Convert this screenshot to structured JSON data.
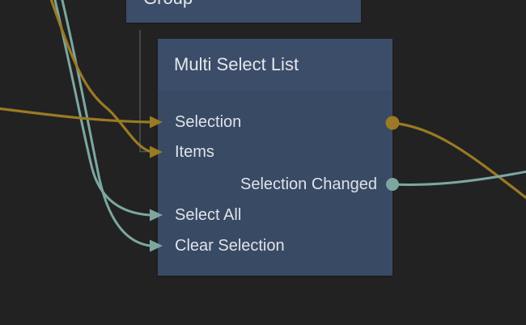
{
  "colors": {
    "background": "#222222",
    "node_header": "#3C4D69",
    "node_body": "#394A64",
    "text": "#E4E7EA",
    "gold": "#9A7A24",
    "teal": "#7CA7A0",
    "gray_wire": "#4F4F4F"
  },
  "group_node": {
    "title": "Group"
  },
  "multi_select_node": {
    "title": "Multi Select List",
    "ports": [
      {
        "label": "Selection",
        "direction": "input",
        "color": "#9A7A24"
      },
      {
        "label": "Items",
        "direction": "input",
        "color": "#9A7A24"
      },
      {
        "label": "Selection Changed",
        "direction": "output",
        "color": "#7CA7A0"
      },
      {
        "label": "Select All",
        "direction": "input",
        "color": "#7CA7A0"
      },
      {
        "label": "Clear Selection",
        "direction": "input",
        "color": "#7CA7A0"
      }
    ]
  }
}
